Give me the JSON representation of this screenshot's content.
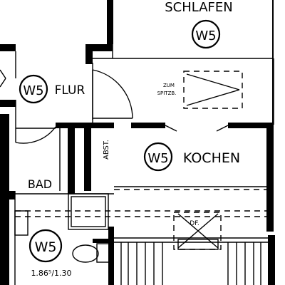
{
  "rooms": {
    "schlafen": {
      "name": "SCHLAFEN",
      "tag": "W5"
    },
    "flur": {
      "name": "FLUR",
      "tag": "W5"
    },
    "kochen": {
      "name": "KOCHEN",
      "tag": "W5"
    },
    "bad": {
      "name": "BAD",
      "tag": "W5",
      "dimension": "1.86⁵/1.30"
    }
  },
  "annotations": {
    "zum": "ZUM",
    "spitzb": "SPITZB.",
    "abst": "ABST.",
    "df": "DF."
  }
}
